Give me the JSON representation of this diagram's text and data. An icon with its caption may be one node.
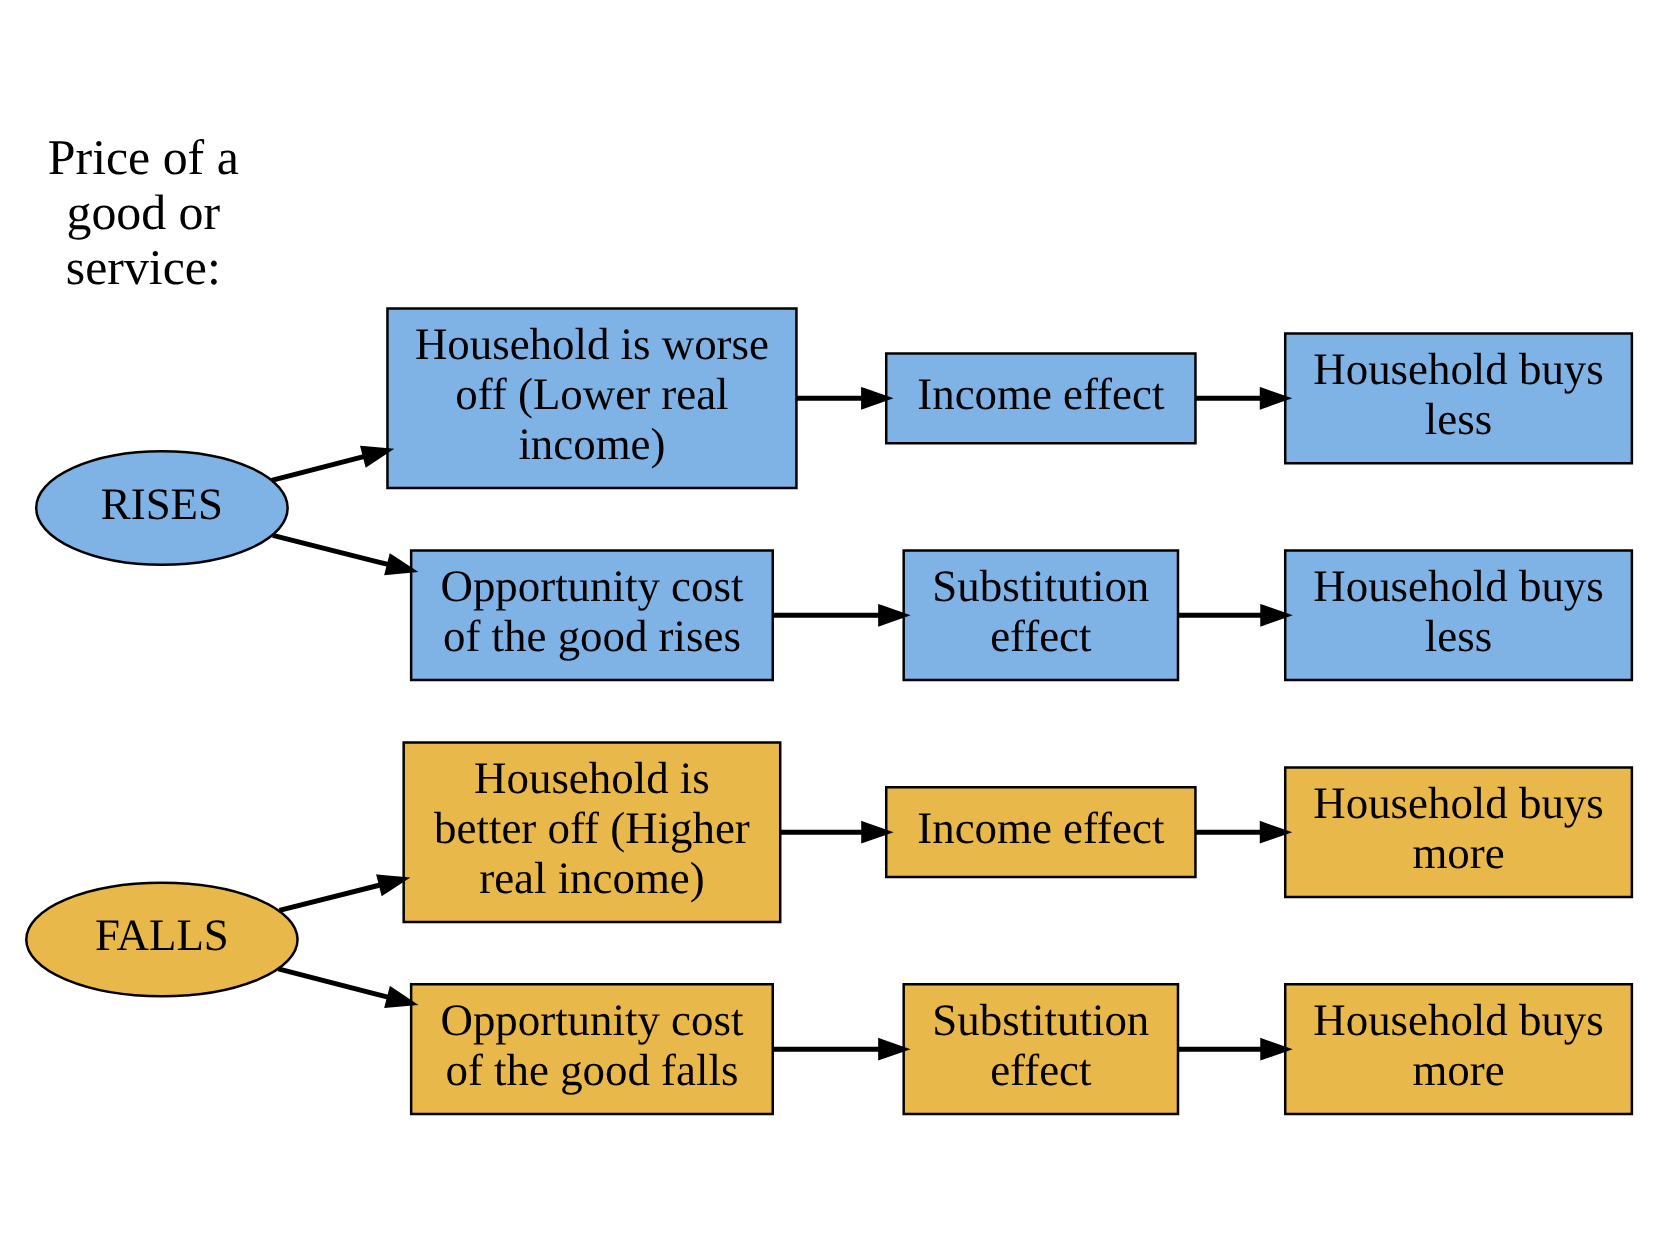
{
  "diagram": {
    "title": "Price of a good or service:",
    "nodes": [
      {
        "text": [
          "FALLS"
        ]
      },
      {
        "text": [
          "Household is better off (Higher real income)"
        ]
      },
      {
        "text": [
          "Income effect"
        ]
      },
      {
        "text": [
          "Household buys more"
        ]
      },
      {
        "text": [
          "Opportunity cost of the good falls"
        ]
      },
      {
        "text": [
          "Substitution effect"
        ]
      },
      {
        "text": [
          "Household buys more"
        ]
      },
      {
        "text": [
          "RISES"
        ]
      },
      {
        "text": [
          "Household is worse off (Lower real income)"
        ]
      },
      {
        "text": [
          "Income effect"
        ]
      },
      {
        "text": [
          "Household buys less"
        ]
      },
      {
        "text": [
          "Opportunity cost of the good rises"
        ]
      },
      {
        "text": [
          "Substitution effect"
        ]
      },
      {
        "text": [
          "Household buys less"
        ]
      }
    ],
    "edges": [
      {
        "from": 0,
        "to": 1,
        "arrow": "to"
      },
      {
        "from": 0,
        "to": 4,
        "arrow": "to"
      },
      {
        "from": 1,
        "to": 2,
        "arrow": "to"
      },
      {
        "from": 2,
        "to": 3,
        "arrow": "to"
      },
      {
        "from": 4,
        "to": 5,
        "arrow": "to"
      },
      {
        "from": 5,
        "to": 6,
        "arrow": "to"
      },
      {
        "from": 7,
        "to": 8,
        "arrow": "to"
      },
      {
        "from": 7,
        "to": 11,
        "arrow": "to"
      },
      {
        "from": 8,
        "to": 9,
        "arrow": "to"
      },
      {
        "from": 9,
        "to": 10,
        "arrow": "to"
      },
      {
        "from": 11,
        "to": 12,
        "arrow": "to"
      },
      {
        "from": 12,
        "to": 13,
        "arrow": "to"
      }
    ]
  }
}
